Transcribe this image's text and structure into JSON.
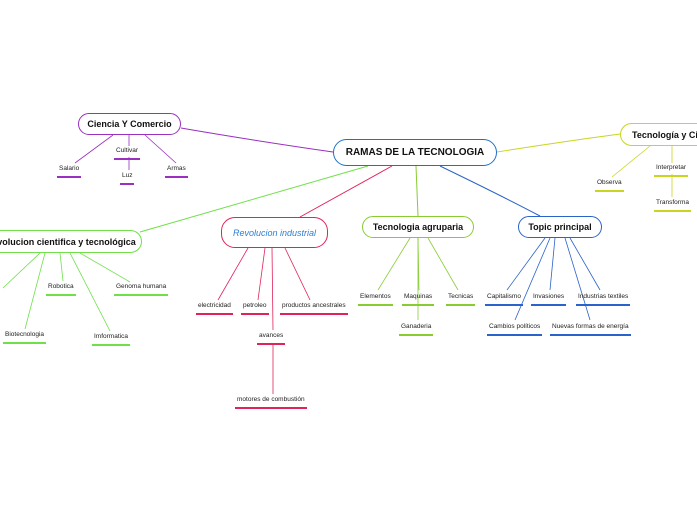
{
  "colors": {
    "root": "#1e72c4",
    "ciencia": "#9a2fc0",
    "tecnologia_ciencia": "#c9d520",
    "evolucion": "#6fe04a",
    "revolucion": "#e0245a",
    "agropecuaria": "#88cc33",
    "topic": "#2a63c9"
  },
  "root": {
    "label": "RAMAS DE LA TECNOLOGIA"
  },
  "branches": {
    "ciencia": {
      "label": "Ciencia Y Comercio",
      "items": [
        "Salario",
        "Cultivar",
        "Luz",
        "Armas"
      ]
    },
    "tecnologia_ciencia": {
      "label": "Tecnología y Cie",
      "items": [
        "Observa",
        "Interpretar",
        "Transforma"
      ]
    },
    "evolucion": {
      "label": "evolucion cientifica y tecnológica",
      "items": [
        "Robotica",
        "Genoma humana",
        "Biotecnologia",
        "Imformatica"
      ]
    },
    "revolucion": {
      "label": "Revolucion industrial",
      "items": [
        "electricidad",
        "petroleo",
        "productos ancestrales",
        "avances",
        "motores de combustión"
      ]
    },
    "agropecuaria": {
      "label": "Tecnologia agruparia",
      "items": [
        "Elementos",
        "Maquinas",
        "Tecnicas",
        "Ganaderia"
      ]
    },
    "topic": {
      "label": "Topic principal",
      "items": [
        "Capitalismo",
        "Invasiones",
        "Industrias textiles",
        "Cambios políticos",
        "Nuevas formas de energía"
      ]
    }
  }
}
